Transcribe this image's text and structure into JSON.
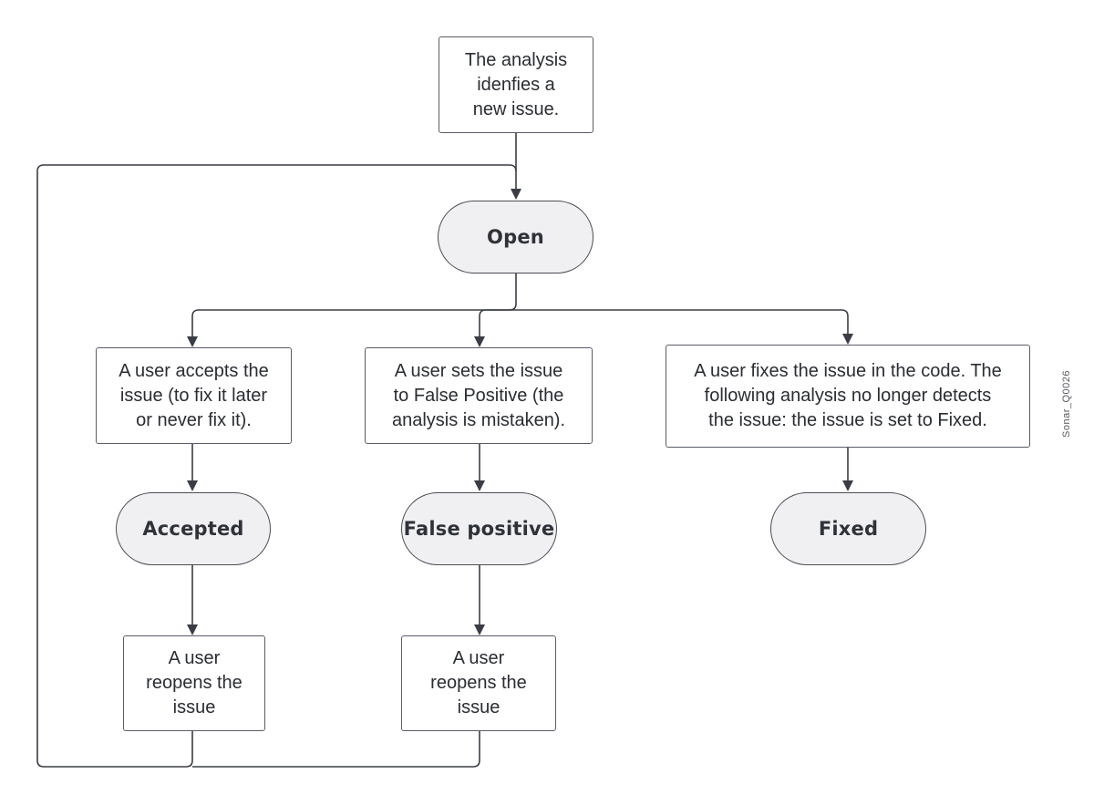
{
  "diagram": {
    "start": "The analysis\nidenfies a\nnew issue.",
    "states": {
      "open": "Open",
      "accepted": "Accepted",
      "false_positive": "False positive",
      "fixed": "Fixed"
    },
    "actions": {
      "accept": "A user accepts the\nissue (to fix it later\nor never fix it).",
      "false_positive": "A user sets the issue\nto False Positive (the\nanalysis is mistaken).",
      "fix": "A user fixes the issue in the code. The\nfollowing analysis no longer detects\nthe issue: the issue is set to Fixed.",
      "reopen_accepted": "A user\nreopens the\nissue",
      "reopen_false_positive": "A user\nreopens the\nissue"
    },
    "watermark": "Sonar_Q0026"
  },
  "colors": {
    "line": "#3a3d45",
    "state_fill": "#f0f0f2",
    "box_border": "#5a5d66"
  }
}
